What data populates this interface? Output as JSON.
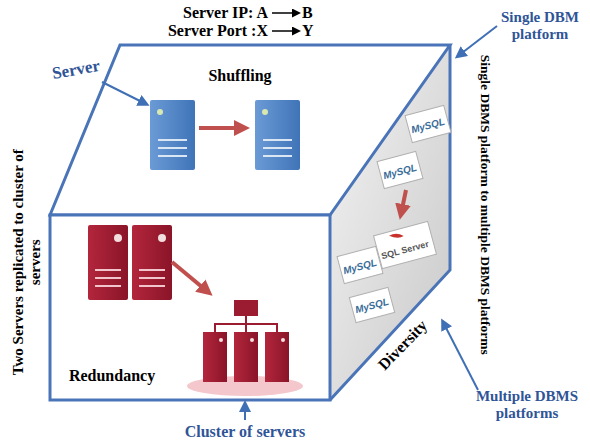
{
  "diagram": {
    "labels": [
      "Server IP: A",
      "B",
      "Server Port :X",
      "Y",
      "Shuffling",
      "Server",
      "Single DBM platform",
      "Single DBMS platform to multiple DBMS platforms",
      "Two Servers replicated to cluster of servers",
      "Redundancy",
      "Diversity",
      "Multiple DBMS platforms",
      "Cluster of servers",
      "MySQL",
      "MySQL",
      "SQL Server",
      "MySQL",
      "MySQL"
    ]
  }
}
